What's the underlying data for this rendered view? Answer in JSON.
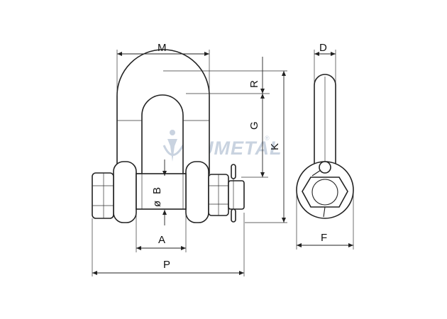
{
  "diagram": {
    "dimension_labels": {
      "M": "M",
      "R": "R",
      "G": "G",
      "K": "K",
      "B": "B",
      "diameter_symbol": "ø",
      "A": "A",
      "P": "P",
      "D": "D",
      "F": "F"
    },
    "watermark": {
      "brand": "YUMETAL",
      "registered": "®",
      "logo_mark": "Y"
    }
  }
}
